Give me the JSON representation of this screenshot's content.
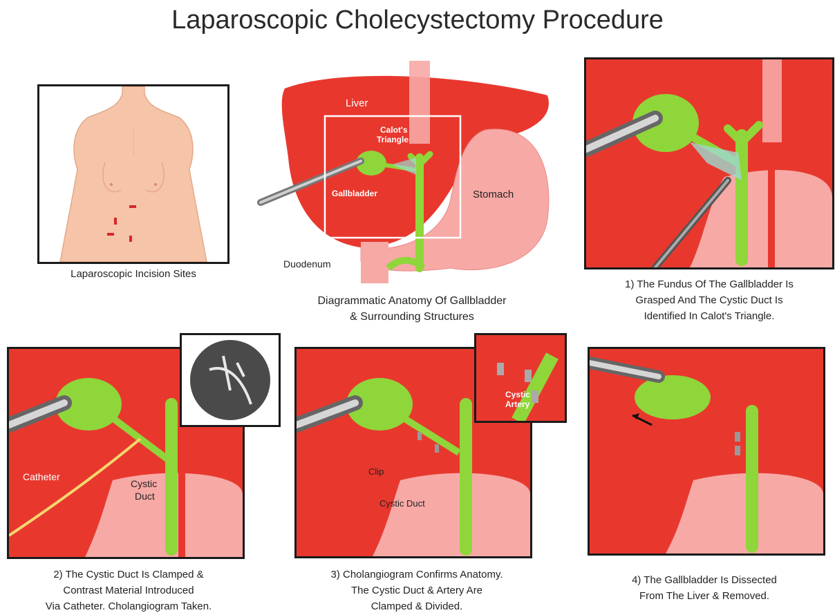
{
  "title": "Laparoscopic Cholecystectomy Procedure",
  "panels": {
    "incision": {
      "caption": "Laparoscopic Incision Sites"
    },
    "anatomy": {
      "caption": "Diagrammatic Anatomy Of Gallbladder\n& Surrounding Structures",
      "labels": {
        "liver": "Liver",
        "calots_triangle": "Calot's\nTriangle",
        "gallbladder": "Gallbladder",
        "stomach": "Stomach",
        "duodenum": "Duodenum"
      }
    },
    "step1": {
      "caption": "1)  The Fundus Of The Gallbladder Is\nGrasped And The Cystic Duct Is\nIdentified In Calot's Triangle."
    },
    "step2": {
      "caption": "2)  The Cystic Duct Is Clamped &\nContrast Material Introduced\nVia Catheter. Cholangiogram Taken.",
      "labels": {
        "catheter": "Catheter",
        "cystic_duct": "Cystic\nDuct"
      }
    },
    "step3": {
      "caption": "3)  Cholangiogram Confirms Anatomy.\nThe Cystic Duct & Artery Are\nClamped & Divided.",
      "labels": {
        "clip": "Clip",
        "cystic_duct": "Cystic Duct",
        "cystic_artery": "Cystic\nArtery"
      }
    },
    "step4": {
      "caption": "4)  The Gallbladder Is Dissected\nFrom The Liver & Removed."
    }
  },
  "colors": {
    "liver": "#e8382e",
    "liver_dark": "#c62822",
    "gallbladder": "#8fd63a",
    "stomach": "#f7a9a6",
    "skin": "#f6c4a8"
  }
}
